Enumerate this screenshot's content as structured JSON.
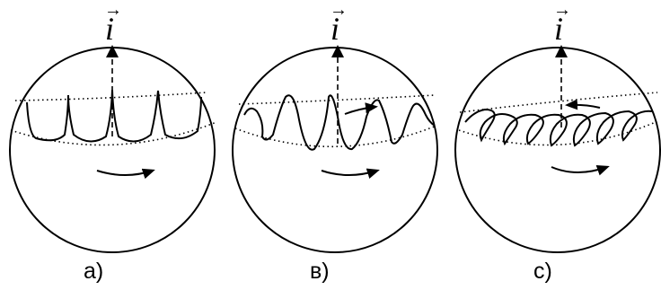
{
  "figure": {
    "vector_symbol": "i",
    "vector_arrow": "→",
    "panels": [
      {
        "label": "a)"
      },
      {
        "label": "в)"
      },
      {
        "label": "c)"
      }
    ]
  },
  "colors": {
    "ink": "#000000",
    "background": "#ffffff"
  }
}
